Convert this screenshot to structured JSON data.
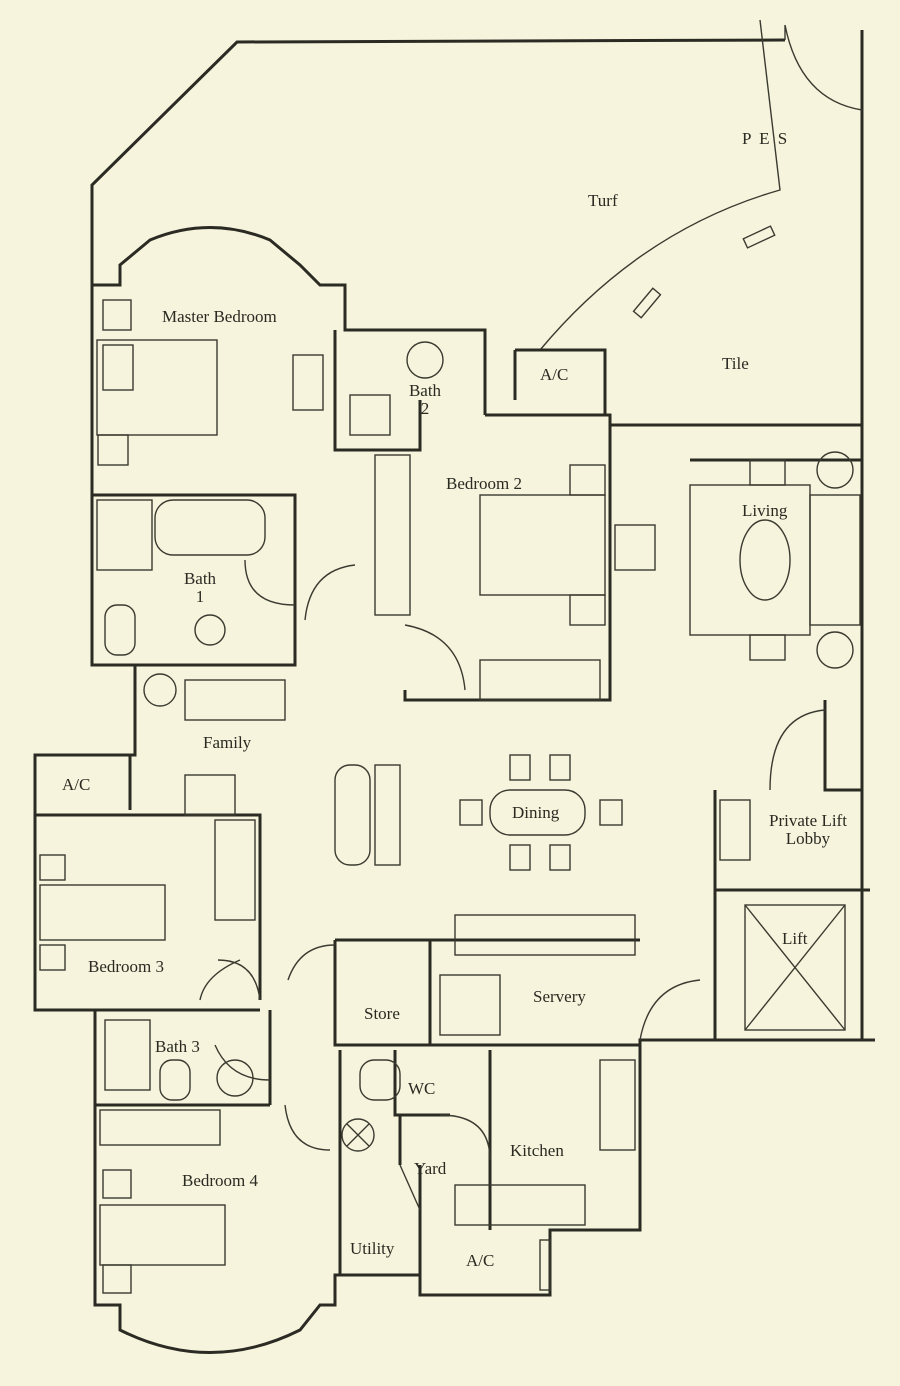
{
  "rooms": {
    "pes": "P E S",
    "turf": "Turf",
    "tile": "Tile",
    "master_bedroom": "Master Bedroom",
    "bath2": "Bath 2",
    "ac_top": "A/C",
    "bedroom2": "Bedroom 2",
    "living": "Living",
    "bath1": "Bath 1",
    "family": "Family",
    "ac_left": "A/C",
    "dining": "Dining",
    "private_lift_lobby": "Private Lift Lobby",
    "bedroom3": "Bedroom 3",
    "lift": "Lift",
    "store": "Store",
    "servery": "Servery",
    "bath3": "Bath 3",
    "wc": "WC",
    "kitchen": "Kitchen",
    "yard": "Yard",
    "bedroom4": "Bedroom 4",
    "utility": "Utility",
    "ac_bottom": "A/C"
  }
}
